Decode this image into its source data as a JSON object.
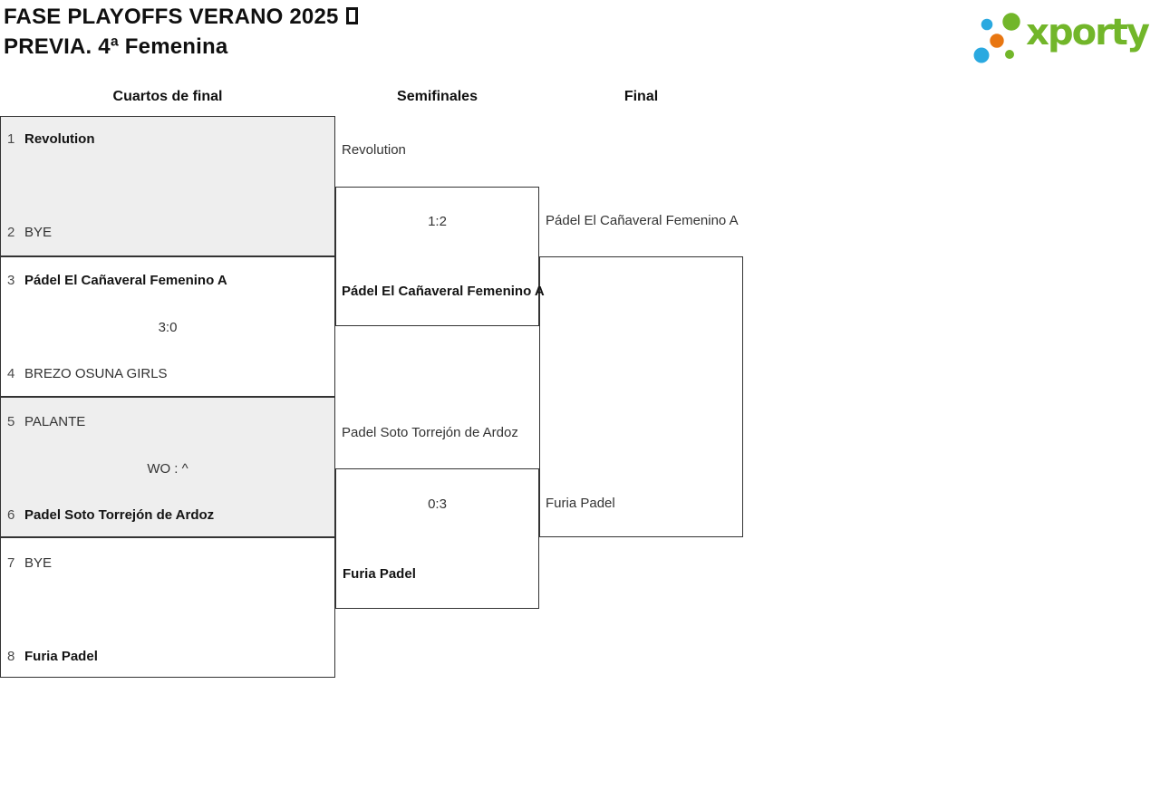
{
  "header": {
    "title_line1": "FASE PLAYOFFS VERANO 2025",
    "title_line1_icon": "missing-glyph-box",
    "title_line2": "PREVIA. 4ª Femenina"
  },
  "logo": {
    "wordmark": "xporty",
    "colors": {
      "green": "#72b62a",
      "blue": "#2aa9e0",
      "orange": "#e87611"
    }
  },
  "bracket": {
    "round_headers": [
      "Cuartos de final",
      "Semifinales",
      "Final"
    ],
    "quarterfinals": [
      {
        "score": "",
        "teams": [
          {
            "seed": "1",
            "name": "Revolution"
          },
          {
            "seed": "2",
            "name": "BYE"
          }
        ]
      },
      {
        "score": "3:0",
        "teams": [
          {
            "seed": "3",
            "name": "Pádel El Cañaveral Femenino A"
          },
          {
            "seed": "4",
            "name": "BREZO OSUNA GIRLS"
          }
        ]
      },
      {
        "score": "WO : ^",
        "teams": [
          {
            "seed": "5",
            "name": "PALANTE"
          },
          {
            "seed": "6",
            "name": "Padel Soto Torrejón de Ardoz"
          }
        ]
      },
      {
        "score": "",
        "teams": [
          {
            "seed": "7",
            "name": "BYE"
          },
          {
            "seed": "8",
            "name": "Furia Padel"
          }
        ]
      }
    ],
    "semifinals": [
      {
        "score": "1:2",
        "teams": [
          {
            "name": "Revolution"
          },
          {
            "name": "Pádel El Cañaveral Femenino A"
          }
        ]
      },
      {
        "score": "0:3",
        "teams": [
          {
            "name": "Padel Soto Torrejón de Ardoz"
          },
          {
            "name": "Furia Padel"
          }
        ]
      }
    ],
    "final": {
      "score": "",
      "teams": [
        {
          "name": "Pádel El Cañaveral Femenino A"
        },
        {
          "name": "Furia Padel"
        }
      ]
    }
  }
}
